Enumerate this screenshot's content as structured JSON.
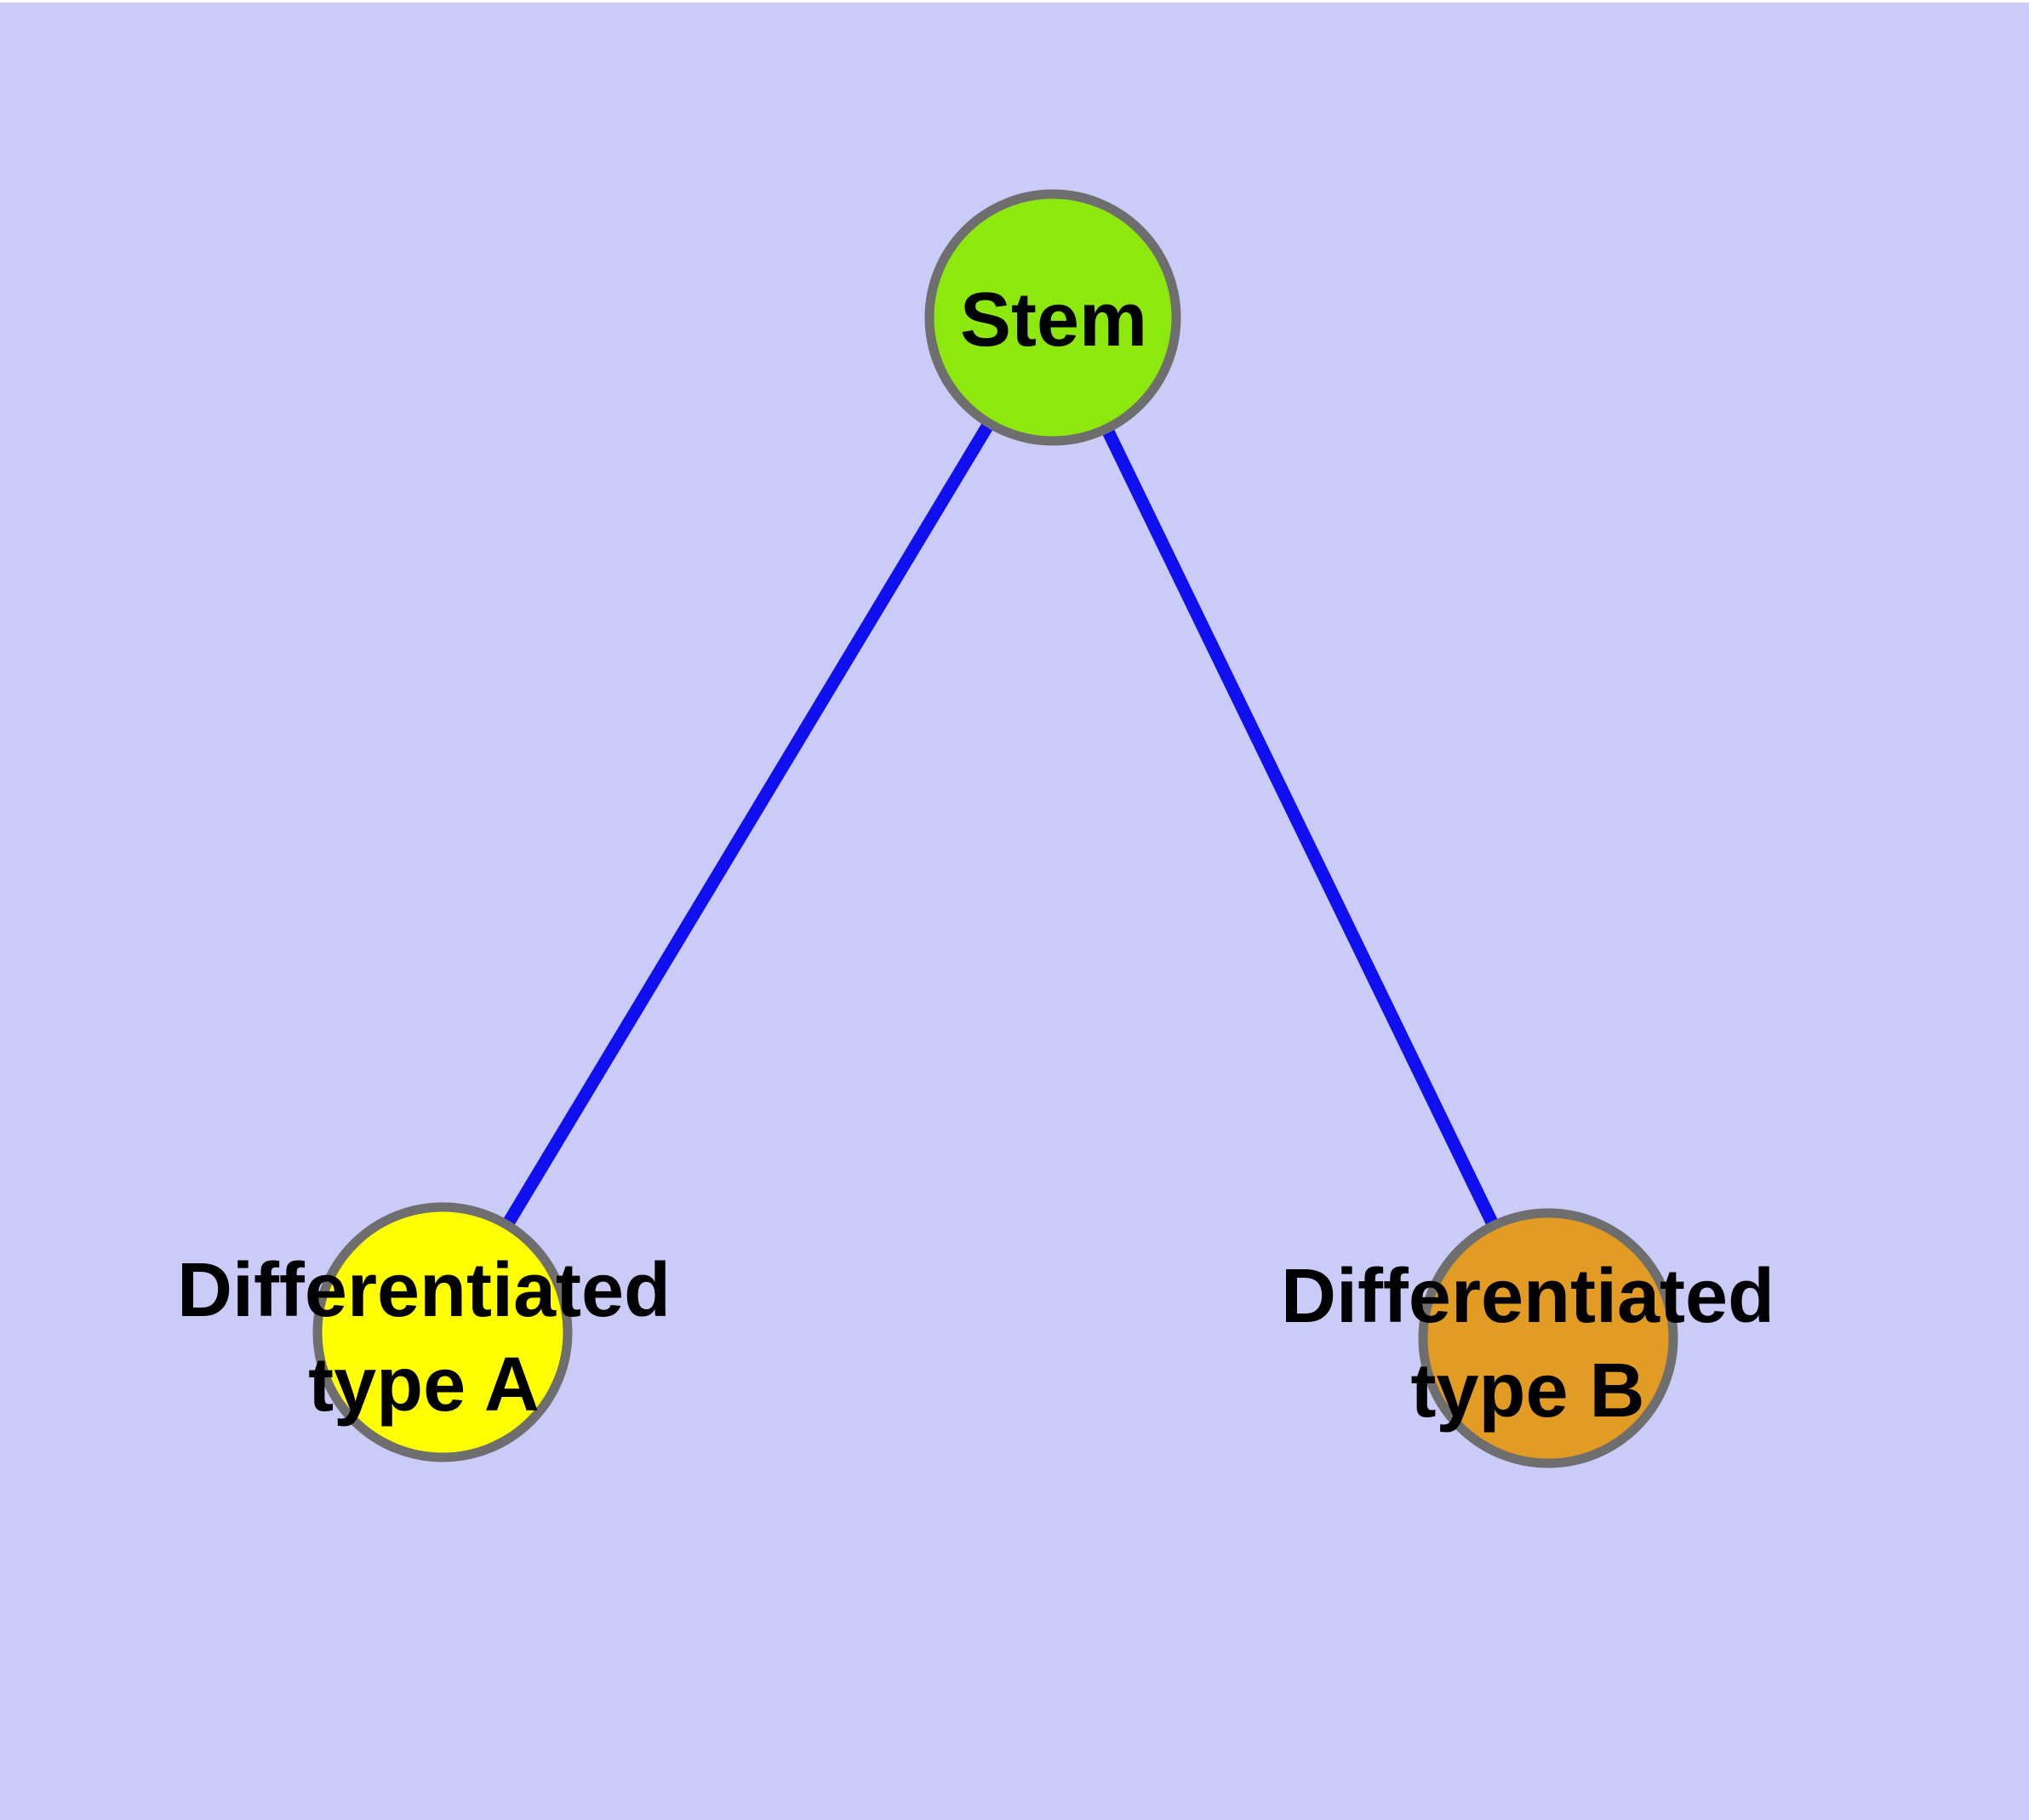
{
  "figure": {
    "type": "graph-diagram",
    "background_color": "#CBCBF8",
    "top_edge_color": "#FFFFFF",
    "label_color": "#000000",
    "node_border_color": "#6E6E6E",
    "edge_color": "#0F0FF0",
    "nodes": [
      {
        "id": "stem",
        "label": "Stem",
        "lines": [
          "Stem"
        ],
        "fill_color": "#8DE80E"
      },
      {
        "id": "differentiated-type-a",
        "label": "Differentiated type A",
        "lines": [
          "Differentiated",
          "type A"
        ],
        "fill_color": "#FFFF00"
      },
      {
        "id": "differentiated-type-b",
        "label": "Differentiated type B",
        "lines": [
          "Differentiated",
          "type B"
        ],
        "fill_color": "#E29B23"
      }
    ],
    "edges": [
      {
        "from": "Stem",
        "to": "Differentiated type A"
      },
      {
        "from": "Stem",
        "to": "Differentiated type B"
      }
    ]
  }
}
